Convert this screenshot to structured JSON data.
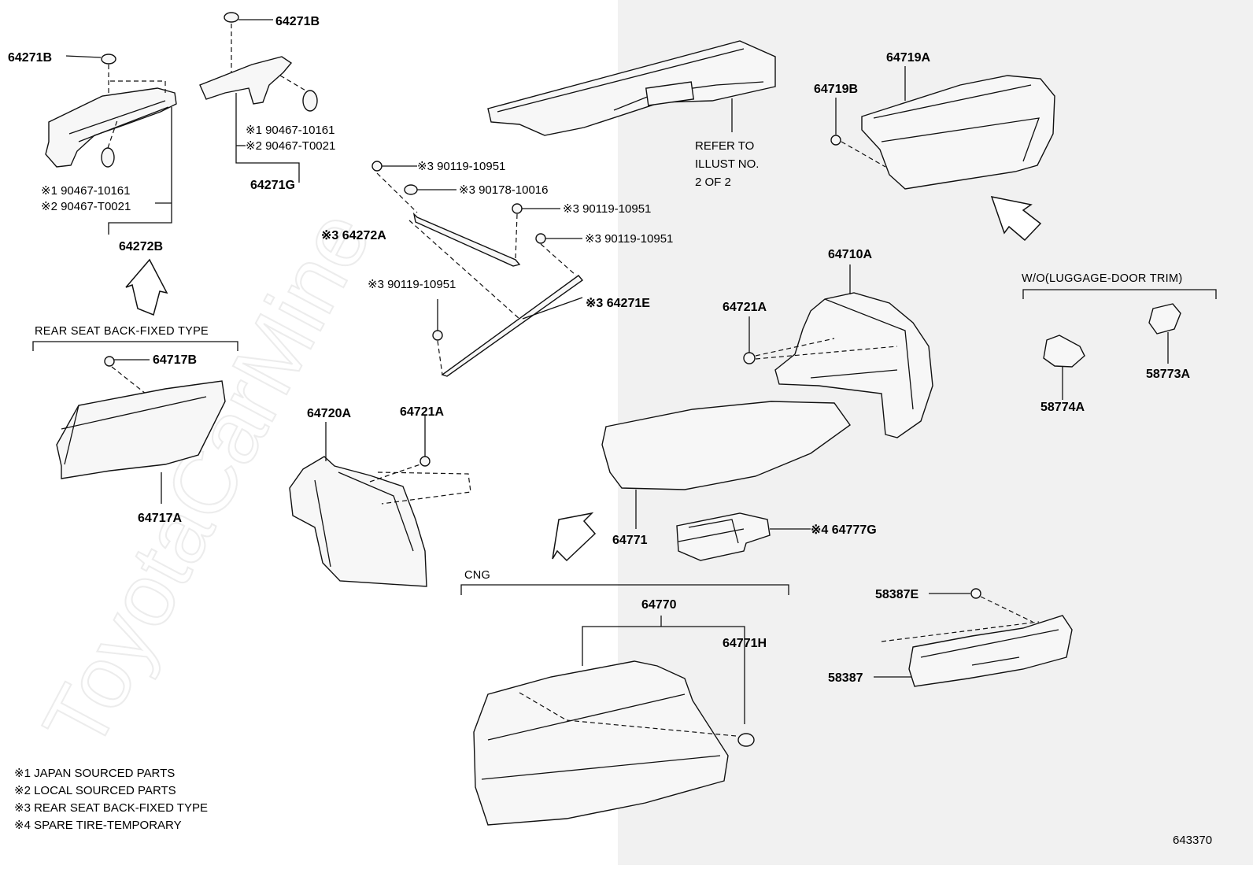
{
  "watermark": "ToyotaCarMine",
  "diagram_id": "643370",
  "refer_note": [
    "REFER TO",
    "ILLUST NO.",
    "2 OF 2"
  ],
  "groups": {
    "rear_seat_back_fixed": "REAR SEAT BACK-FIXED TYPE",
    "wo_luggage_door_trim": "W/O(LUGGAGE-DOOR TRIM)",
    "cng": "CNG"
  },
  "legend": [
    "※1 JAPAN SOURCED PARTS",
    "※2 LOCAL SOURCED PARTS",
    "※3 REAR SEAT BACK-FIXED TYPE",
    "※4 SPARE TIRE-TEMPORARY"
  ],
  "parts": {
    "p64271B_left": "64271B",
    "p64271B_top": "64271B",
    "p64272B": "64272B",
    "p64271G": "64271G",
    "clip_left_1": "※1 90467-10161",
    "clip_left_2": "※2 90467-T0021",
    "clip_mid_1": "※1 90467-10161",
    "clip_mid_2": "※2 90467-T0021",
    "bolt_1": "※3 90119-10951",
    "nut_1": "※3 90178-10016",
    "bolt_2": "※3 90119-10951",
    "p64272A": "※3 64272A",
    "bolt_3": "※3 90119-10951",
    "bolt_4": "※3 90119-10951",
    "p64271E": "※3 64271E",
    "p64717B": "64717B",
    "p64717A": "64717A",
    "p64720A": "64720A",
    "p64721A_low": "64721A",
    "p64721A_high": "64721A",
    "p64710A": "64710A",
    "p64719A": "64719A",
    "p64719B": "64719B",
    "p64771": "64771",
    "p64777G": "※4 64777G",
    "p64770": "64770",
    "p64771H": "64771H",
    "p58387E": "58387E",
    "p58387": "58387",
    "p58774A": "58774A",
    "p58773A": "58773A"
  }
}
